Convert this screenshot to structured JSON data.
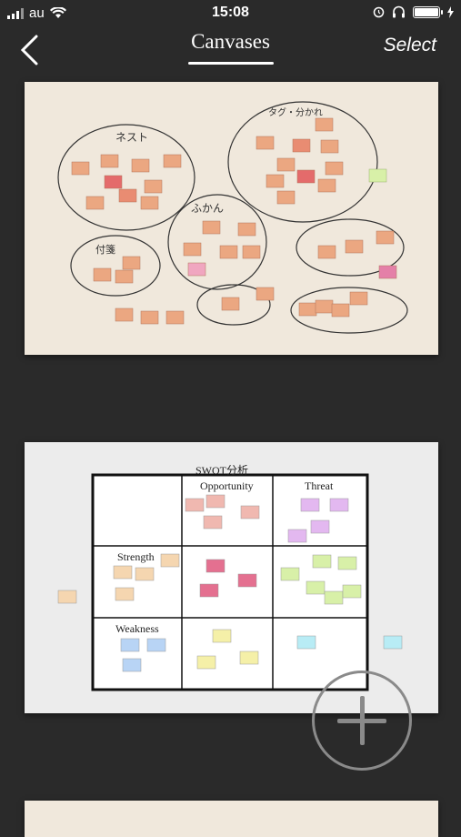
{
  "status_bar": {
    "carrier": "au",
    "time": "15:08"
  },
  "nav": {
    "title": "Canvases",
    "select_label": "Select"
  },
  "canvas1": {
    "groups": [
      "ネスト",
      "ふかん",
      "タグ・分かれ",
      "付箋"
    ]
  },
  "canvas2": {
    "title": "SWOT分析",
    "quadrants": {
      "opportunity": "Opportunity",
      "threat": "Threat",
      "strength": "Strength",
      "weakness": "Weakness"
    }
  },
  "colors": {
    "background": "#2a2a2a",
    "canvas_beige": "#f0e8dc",
    "canvas_gray": "#ececec",
    "sticky_orange": "#eba781",
    "sticky_red": "#e46b6b",
    "sticky_pink": "#f0a6c0",
    "sticky_purple": "#e3b8f0",
    "sticky_green": "#d8f0a8",
    "sticky_yellow": "#f5f0a8",
    "sticky_blue": "#b8d4f5",
    "sticky_cyan": "#b8ecf5"
  },
  "icons": {
    "back": "chevron-left-icon",
    "add": "plus-circle-icon"
  }
}
